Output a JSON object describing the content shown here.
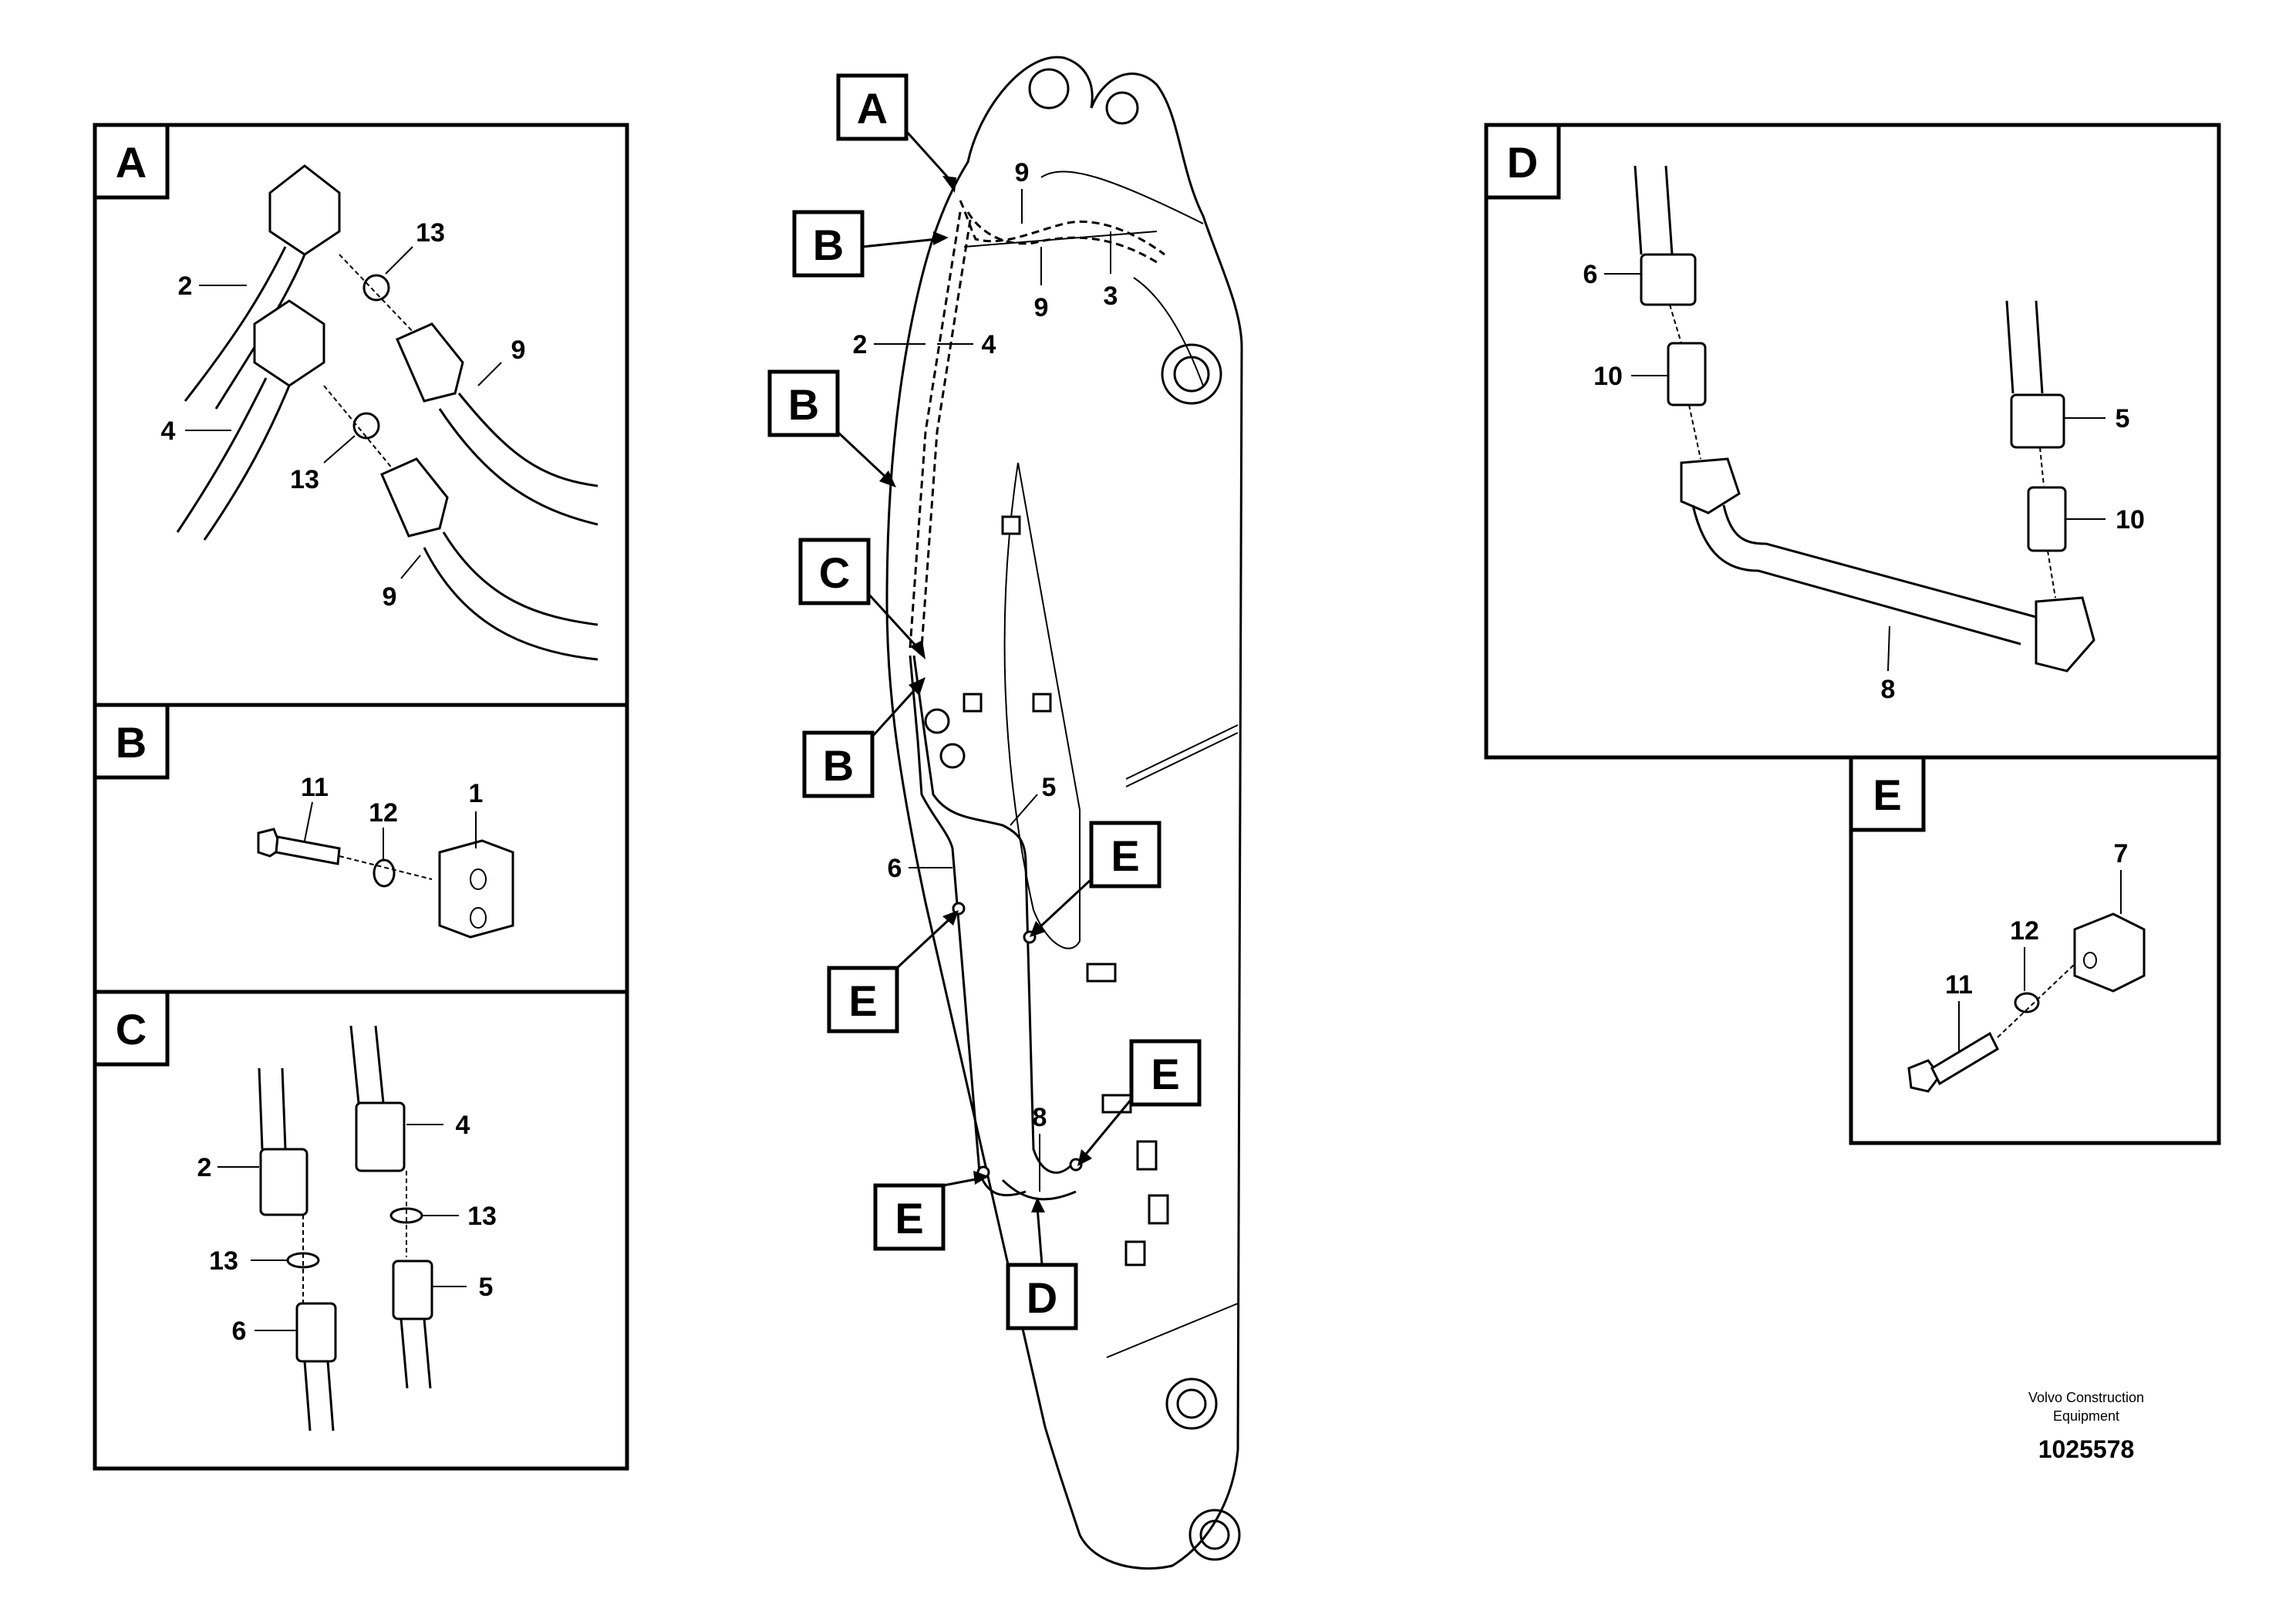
{
  "detail_panels": {
    "A": {
      "label": "A",
      "callouts": [
        "2",
        "4",
        "13",
        "13",
        "9",
        "9"
      ]
    },
    "B": {
      "label": "B",
      "callouts": [
        "11",
        "12",
        "1"
      ]
    },
    "C": {
      "label": "C",
      "callouts": [
        "2",
        "4",
        "13",
        "13",
        "6",
        "5"
      ]
    },
    "D": {
      "label": "D",
      "callouts": [
        "6",
        "10",
        "5",
        "10",
        "8"
      ]
    },
    "E": {
      "label": "E",
      "callouts": [
        "7",
        "12",
        "11"
      ]
    }
  },
  "boom_view": {
    "location_tags": [
      "A",
      "B",
      "B",
      "C",
      "B",
      "E",
      "E",
      "E",
      "E",
      "D"
    ],
    "callouts": [
      "9",
      "9",
      "3",
      "2",
      "4",
      "5",
      "6",
      "8"
    ]
  },
  "footer": {
    "company_line1": "Volvo Construction",
    "company_line2": "Equipment",
    "drawing_number": "1025578"
  },
  "colors": {
    "line": "#000000",
    "background": "#ffffff"
  },
  "icons": {
    "location_tag": "square-letter-box",
    "leader": "arrow-leader"
  }
}
